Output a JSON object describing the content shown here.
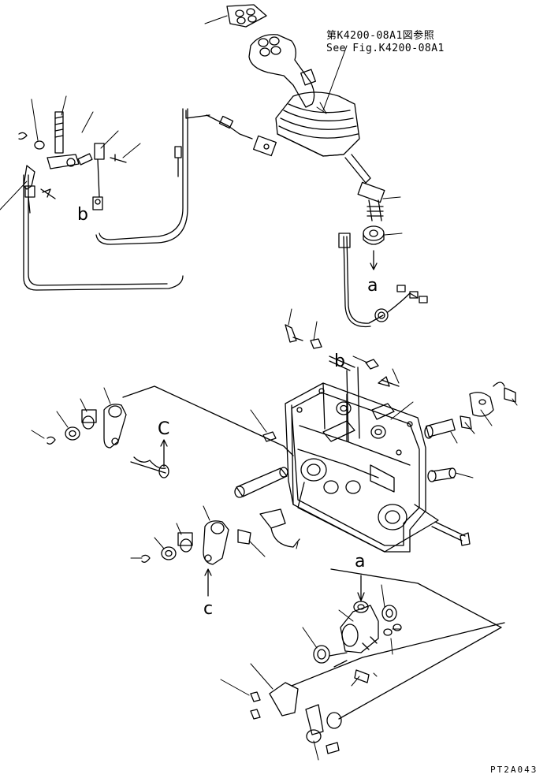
{
  "reference": {
    "line1": "第K4200-08A1図参照",
    "line2": "See Fig.K4200-08A1"
  },
  "view_labels": {
    "a_top": "a",
    "a_bottom": "a",
    "b_left": "b",
    "b_right": "b",
    "c_top": "C",
    "c_bottom": "c"
  },
  "drawing_code": "PT2A043"
}
